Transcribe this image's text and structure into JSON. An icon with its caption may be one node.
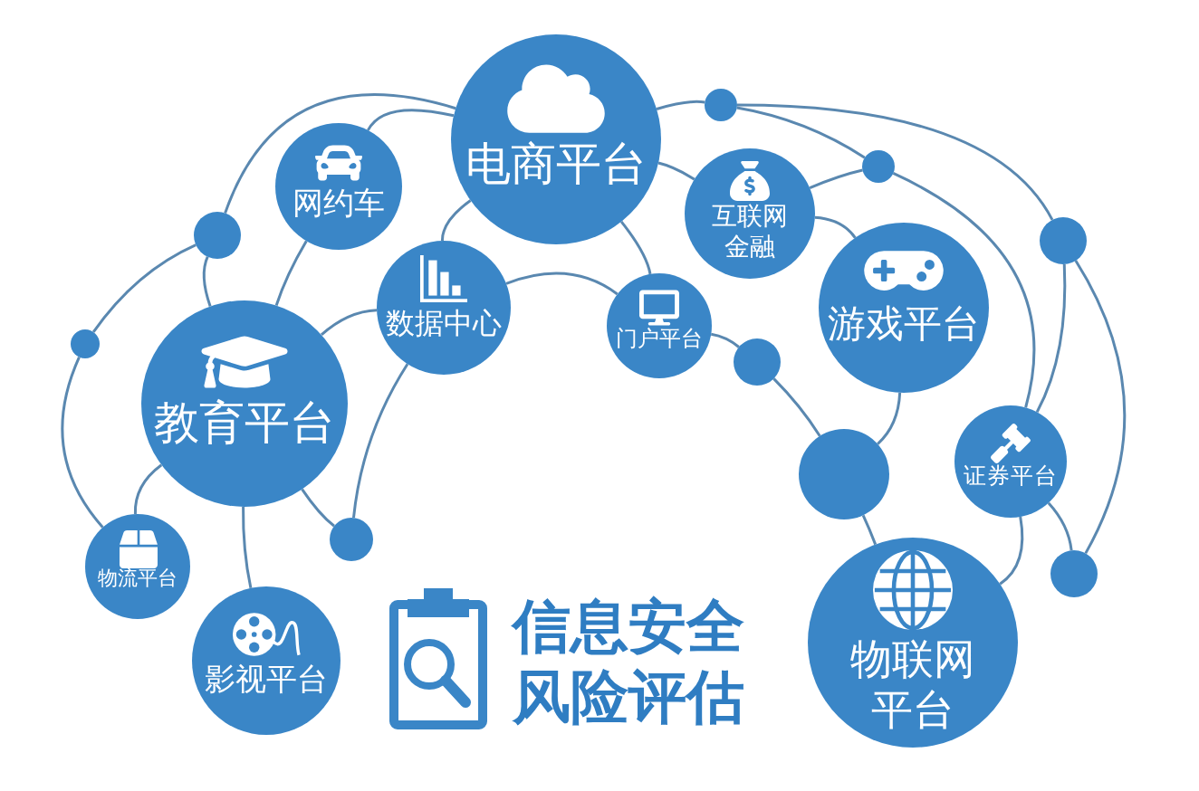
{
  "diagram": {
    "title": "信息安全风险评估",
    "nodes": [
      {
        "text": [
          "电商平台"
        ]
      },
      {
        "text": [
          "网约车"
        ]
      },
      {
        "text": [
          "互联网金融"
        ]
      },
      {
        "text": [
          "数据中心"
        ]
      },
      {
        "text": [
          "门户平台"
        ]
      },
      {
        "text": [
          "游戏平台"
        ]
      },
      {
        "text": [
          "教育平台"
        ]
      },
      {
        "text": [
          "证券平台"
        ]
      },
      {
        "text": [
          "物流平台"
        ]
      },
      {
        "text": [
          "影视平台"
        ]
      },
      {
        "text": [
          "物联网平台"
        ]
      },
      {
        "text": [],
        "shape": "circle"
      },
      {
        "text": [],
        "shape": "circle"
      },
      {
        "text": [],
        "shape": "circle"
      },
      {
        "text": [],
        "shape": "circle"
      },
      {
        "text": [],
        "shape": "circle"
      },
      {
        "text": [],
        "shape": "circle"
      },
      {
        "text": [],
        "shape": "circle"
      },
      {
        "text": [],
        "shape": "circle"
      },
      {
        "text": [],
        "shape": "circle"
      }
    ],
    "edges": [
      {
        "from": 11,
        "to": 8,
        "arrow": "none"
      },
      {
        "from": 11,
        "to": 12,
        "arrow": "none"
      },
      {
        "from": 12,
        "to": 0,
        "arrow": "none"
      },
      {
        "from": 12,
        "to": 6,
        "arrow": "none"
      },
      {
        "from": 1,
        "to": 0,
        "arrow": "none"
      },
      {
        "from": 1,
        "to": 6,
        "arrow": "none"
      },
      {
        "from": 3,
        "to": 0,
        "arrow": "none"
      },
      {
        "from": 3,
        "to": 6,
        "arrow": "none"
      },
      {
        "from": 3,
        "to": 4,
        "arrow": "none"
      },
      {
        "from": 3,
        "to": 13,
        "arrow": "none"
      },
      {
        "from": 6,
        "to": 13,
        "arrow": "none"
      },
      {
        "from": 6,
        "to": 9,
        "arrow": "none"
      },
      {
        "from": 6,
        "to": 8,
        "arrow": "none"
      },
      {
        "from": 0,
        "to": 14,
        "arrow": "none"
      },
      {
        "from": 14,
        "to": 16,
        "arrow": "none"
      },
      {
        "from": 14,
        "to": 15,
        "arrow": "none"
      },
      {
        "from": 15,
        "to": 2,
        "arrow": "none"
      },
      {
        "from": 15,
        "to": 7,
        "arrow": "none"
      },
      {
        "from": 16,
        "to": 7,
        "arrow": "none"
      },
      {
        "from": 16,
        "to": 19,
        "arrow": "none"
      },
      {
        "from": 7,
        "to": 19,
        "arrow": "none"
      },
      {
        "from": 7,
        "to": 10,
        "arrow": "none"
      },
      {
        "from": 2,
        "to": 0,
        "arrow": "none"
      },
      {
        "from": 2,
        "to": 5,
        "arrow": "none"
      },
      {
        "from": 0,
        "to": 4,
        "arrow": "none"
      },
      {
        "from": 4,
        "to": 17,
        "arrow": "none"
      },
      {
        "from": 17,
        "to": 18,
        "arrow": "none"
      },
      {
        "from": 5,
        "to": 18,
        "arrow": "none"
      },
      {
        "from": 18,
        "to": 10,
        "arrow": "none"
      }
    ]
  }
}
